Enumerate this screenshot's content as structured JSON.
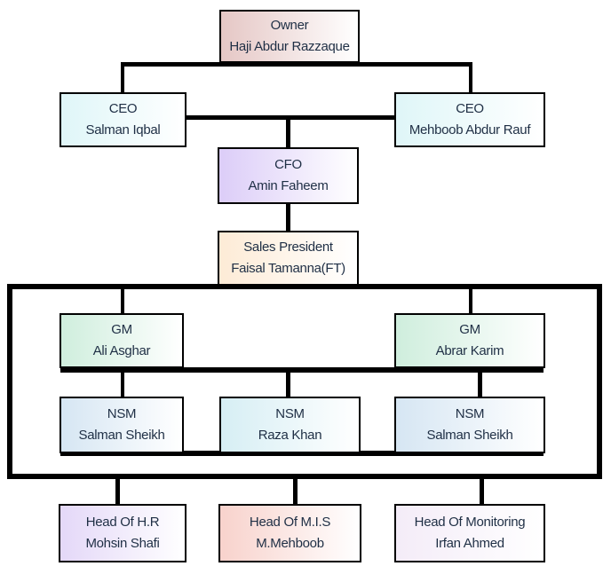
{
  "nodes": {
    "owner": {
      "role": "Owner",
      "name": "Haji Abdur Razzaque",
      "color": "#e5c7c5"
    },
    "ceo_left": {
      "role": "CEO",
      "name": "Salman Iqbal",
      "color": "#dff6f8"
    },
    "ceo_right": {
      "role": "CEO",
      "name": "Mehboob Abdur Rauf",
      "color": "#dff6f8"
    },
    "cfo": {
      "role": "CFO",
      "name": "Amin Faheem",
      "color": "#dccdf8"
    },
    "sales_president": {
      "role": "Sales President",
      "name": "Faisal Tamanna(FT)",
      "color": "#fdebd6"
    },
    "gm_left": {
      "role": "GM",
      "name": "Ali Asghar",
      "color": "#cfeedd"
    },
    "gm_right": {
      "role": "GM",
      "name": "Abrar Karim",
      "color": "#cfeedd"
    },
    "nsm_left": {
      "role": "NSM",
      "name": "Salman Sheikh",
      "color": "#d6e6f3"
    },
    "nsm_mid": {
      "role": "NSM",
      "name": "Raza Khan",
      "color": "#d6eef4"
    },
    "nsm_right": {
      "role": "NSM",
      "name": "Salman Sheikh",
      "color": "#d6e6f3"
    },
    "head_hr": {
      "role": "Head Of H.R",
      "name": "Mohsin Shafi",
      "color": "#e4d8f8"
    },
    "head_mis": {
      "role": "Head Of M.I.S",
      "name": "M.Mehboob",
      "color": "#f8d2cc"
    },
    "head_monitoring": {
      "role": "Head Of Monitoring",
      "name": "Irfan Ahmed",
      "color": "#f4ecf8"
    }
  },
  "colors": {
    "line": "#000000",
    "text": "#1f2f45"
  }
}
